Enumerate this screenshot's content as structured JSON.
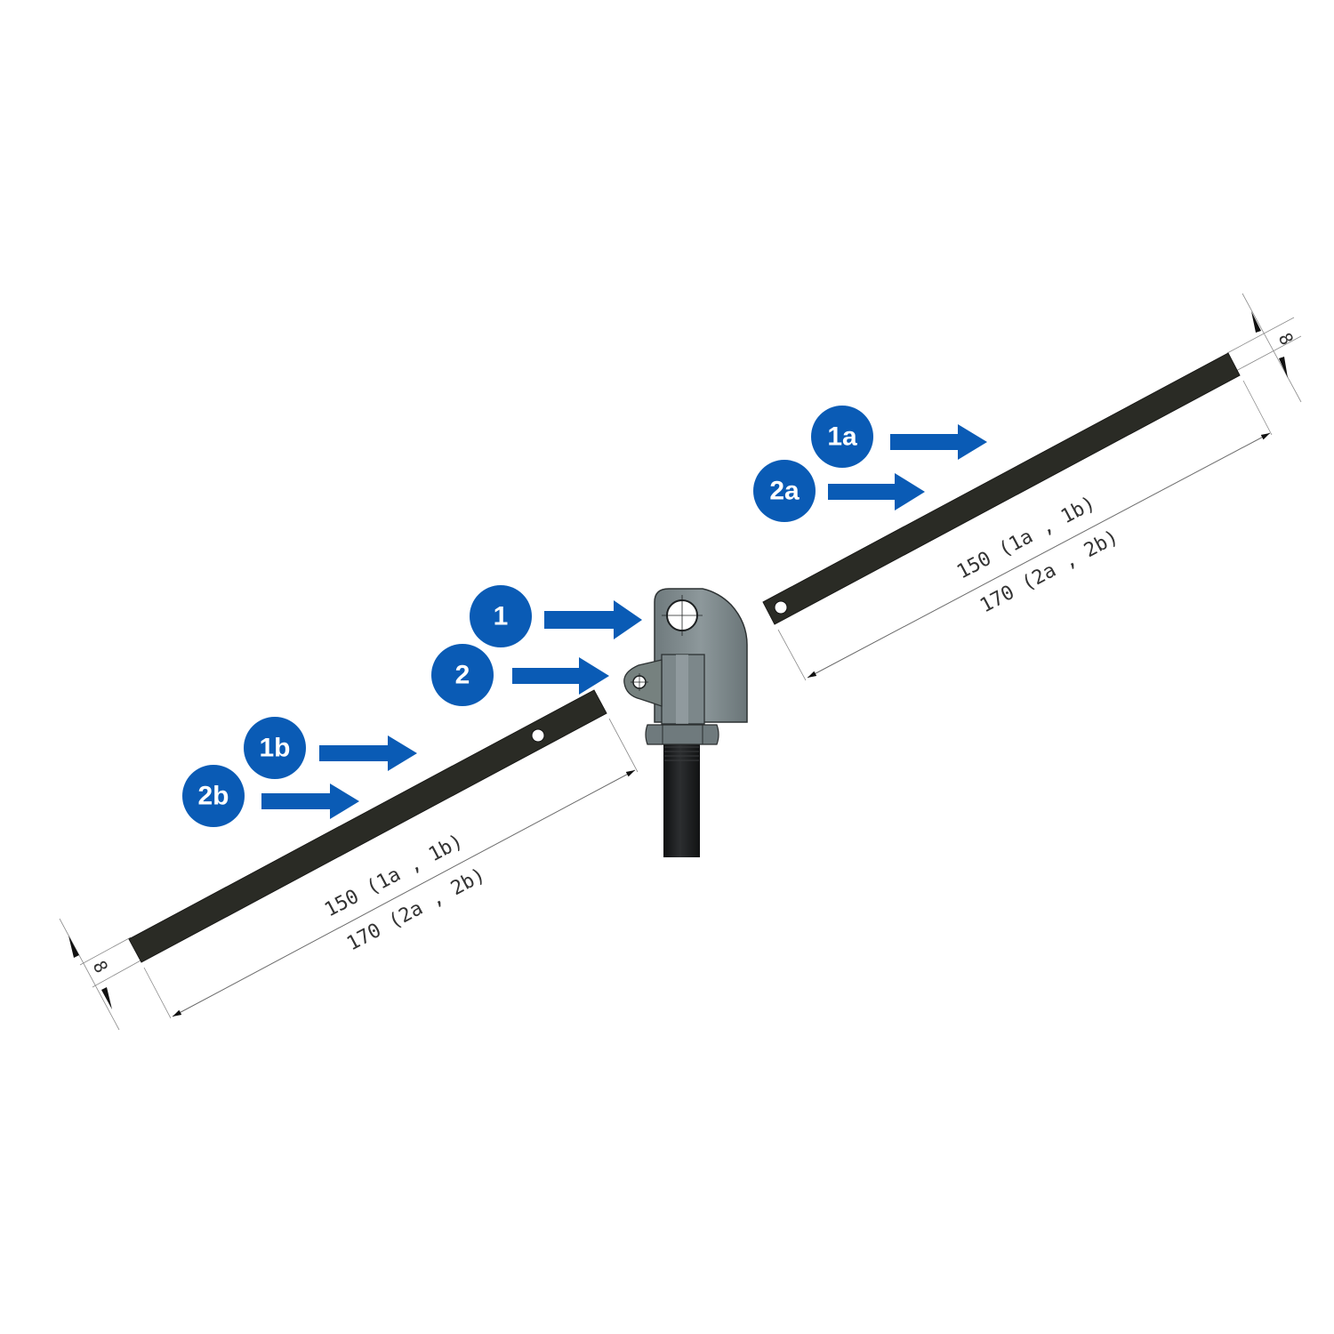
{
  "colors": {
    "badge": "#0a5bb5",
    "arrow": "#0a5bb5",
    "bar": "#2a2b25",
    "bracket": "#7a8588",
    "bracket_dark": "#5f6a6d",
    "rod": "#1c1d1e"
  },
  "callouts": {
    "c1": "1",
    "c2": "2",
    "c1a": "1a",
    "c2a": "2a",
    "c1b": "1b",
    "c2b": "2b"
  },
  "dimensions": {
    "right_length_1": "150 (1a , 1b)",
    "right_length_2": "170 (2a , 2b)",
    "left_length_1": "150 (1a , 1b)",
    "left_length_2": "170 (2a , 2b)",
    "right_width": "8",
    "left_width": "8"
  }
}
